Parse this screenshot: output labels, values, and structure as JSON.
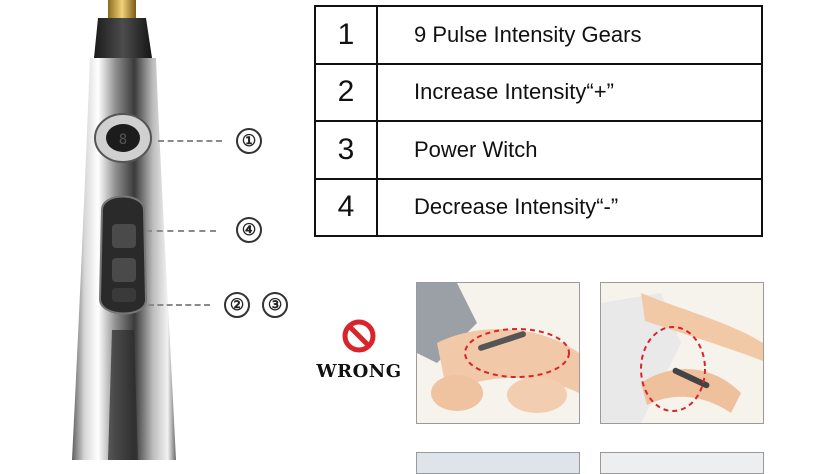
{
  "specs": [
    {
      "num": "1",
      "desc": "9 Pulse Intensity Gears"
    },
    {
      "num": "2",
      "desc": "Increase Intensity“+”"
    },
    {
      "num": "3",
      "desc": "Power Witch"
    },
    {
      "num": "4",
      "desc": "Decrease Intensity“-”"
    }
  ],
  "callouts": {
    "c1": "①",
    "c4": "④",
    "c2": "②",
    "c3": "③"
  },
  "wrong": {
    "label": "WRONG",
    "icon": "prohibition-icon"
  },
  "colors": {
    "prohibit_red": "#d8242a",
    "dashed_ellipse": "#d8242a"
  }
}
